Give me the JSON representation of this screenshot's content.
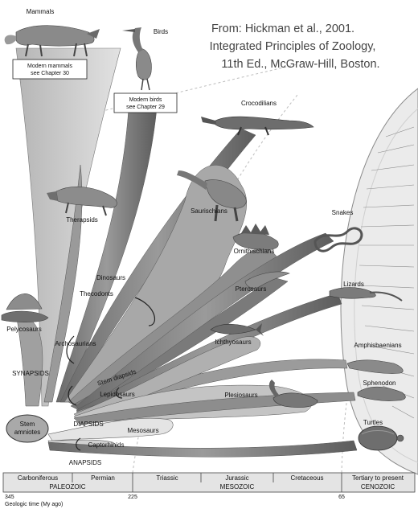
{
  "header": {
    "citation_lines": [
      "From: Hickman et al., 2001.",
      "Integrated Principles of Zoology,",
      "11th Ed., McGraw-Hill, Boston."
    ]
  },
  "lineages": {
    "mammals": "Mammals",
    "birds": "Birds",
    "modern_mammals_line1": "Modern mammals",
    "modern_mammals_line2": "see Chapter 30",
    "modern_birds_line1": "Modern birds",
    "modern_birds_line2": "see Chapter 29",
    "crocodilians": "Crocodilians",
    "therapsids": "Therapsids",
    "saurischians": "Saurischians",
    "ornithischians": "Ornithischians",
    "dinosaurs": "Dinosaurs",
    "thecodonts": "Thecodonts",
    "pterosaurs": "Pterosaurs",
    "snakes": "Snakes",
    "lizards": "Lizards",
    "pelycosaurs": "Pelycosaurs",
    "archosaurians": "Archosaurians",
    "ichthyosaurs": "Ichthyosaurs",
    "amphisbaenians": "Amphisbaenians",
    "synapsids": "SYNAPSIDS",
    "stem_diapsids": "Stem diapsids",
    "sphenodon": "Sphenodon",
    "lepidosaurs": "Lepidosaurs",
    "plesiosaurs": "Plesiosaurs",
    "diapsids": "DIAPSIDS",
    "stem_amniotes_line1": "Stem",
    "stem_amniotes_line2": "amniotes",
    "mesosaurs": "Mesosaurs",
    "captorhinids": "Captorhinids",
    "turtles": "Turtles",
    "anapsids": "ANAPSIDS"
  },
  "timeline": {
    "periods": [
      "Carboniferous",
      "Permian",
      "Triassic",
      "Jurassic",
      "Cretaceous",
      "Tertiary to present"
    ],
    "eras": [
      "PALEOZOIC",
      "MESOZOIC",
      "CENOZOIC"
    ],
    "ages": [
      "345",
      "225",
      "65"
    ],
    "axis_label": "Geologic time (My ago)"
  }
}
